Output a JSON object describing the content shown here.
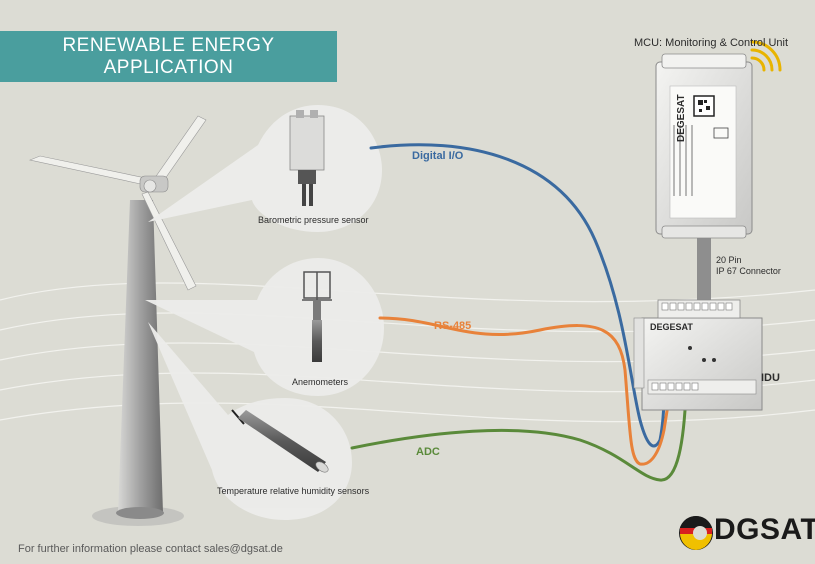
{
  "title": {
    "line1": "RENEWABLE ENERGY",
    "line2": "APPLICATION"
  },
  "sensors": [
    {
      "label": "Barometric pressure sensor"
    },
    {
      "label": "Anemometers"
    },
    {
      "label": "Temperature relative humidity sensors"
    }
  ],
  "connections": [
    {
      "label": "Digital I/O",
      "color": "#3a6aa0"
    },
    {
      "label": "RS-485",
      "color": "#e8823a"
    },
    {
      "label": "ADC",
      "color": "#5a8a3a"
    }
  ],
  "mcu": {
    "label": "MCU: Monitoring & Control Unit",
    "brand": "DEGESAT"
  },
  "connector": {
    "line1": "20 Pin",
    "line2": "IP 67 Connector"
  },
  "idu": {
    "label": "IDU",
    "brand": "DEGESAT"
  },
  "footer": "For further information please contact sales@dgsat.de",
  "logo": "DGSAT",
  "colors": {
    "background": "#dcdcd4",
    "title_bg": "#4a9e9e",
    "bubble": "#ececea",
    "tower": "#a8a8a8"
  }
}
